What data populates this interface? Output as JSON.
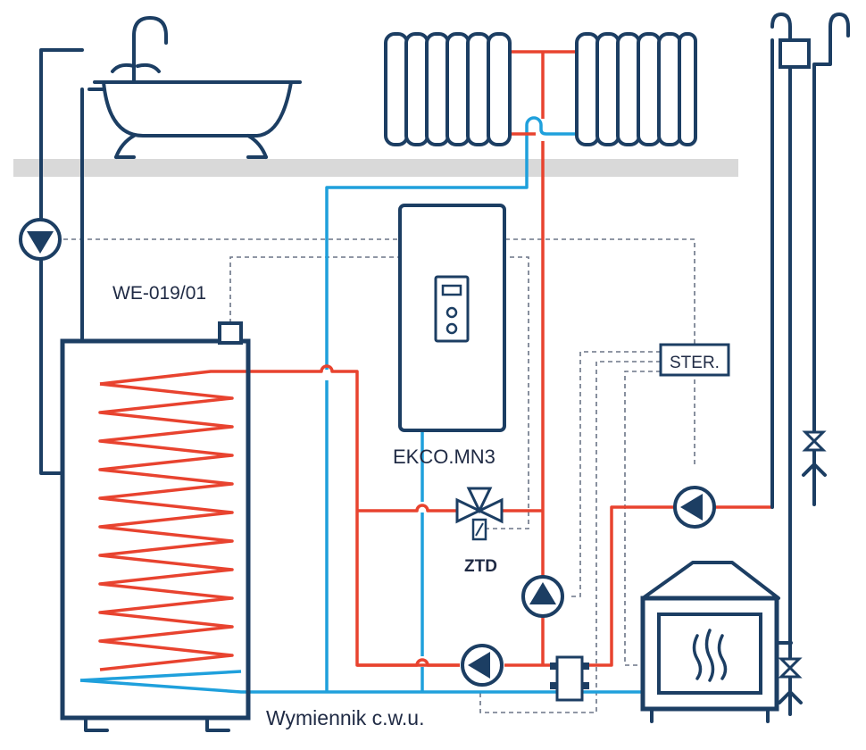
{
  "labels": {
    "tank_model": "WE-019/01",
    "boiler": "EKCO.MN3",
    "valve": "ZTD",
    "controller": "STER.",
    "exchanger": "Wymiennik c.w.u."
  },
  "colors": {
    "hot_pipe": "#e8432f",
    "cold_pipe": "#1fa0dc",
    "equipment": "#1c3e63",
    "floor": "#d9d9d9",
    "control_wire": "#6b7587"
  }
}
